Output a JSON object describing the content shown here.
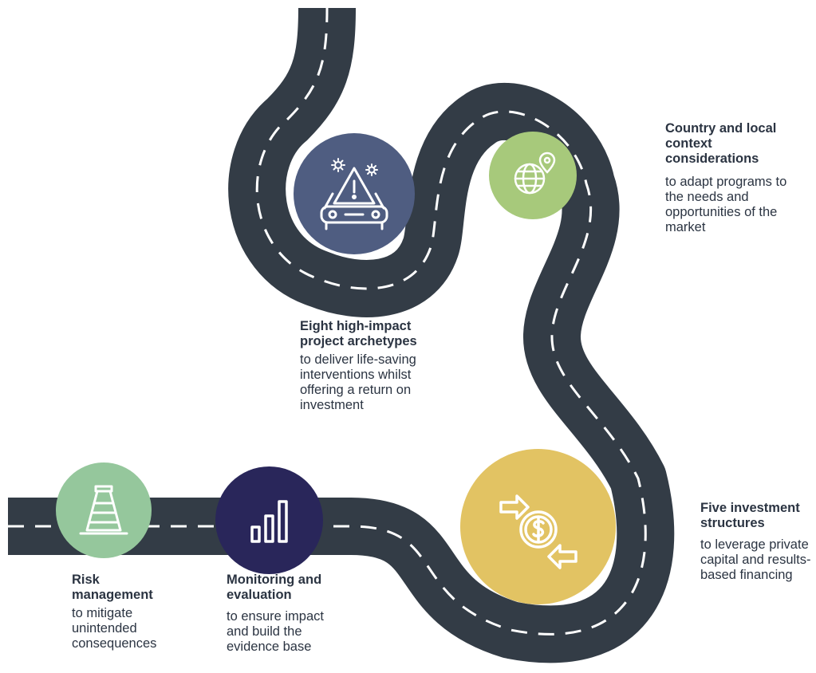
{
  "colors": {
    "road": "#333c46",
    "dash": "#ffffff",
    "archetypes": "#4f5d81",
    "country": "#a7c97b",
    "investment": "#e2c363",
    "monitoring": "#29265a",
    "risk": "#95c79c",
    "text": "#2b3442"
  },
  "items": {
    "archetypes": {
      "icon": "car-warning-icon",
      "title": "Eight high-impact project archetypes",
      "desc": "to deliver life-saving interventions whilst offering a return on investment"
    },
    "country": {
      "icon": "globe-location-pin-icon",
      "title": "Country and local context considerations",
      "desc": "to adapt programs to the needs and opportunities of the market"
    },
    "investment": {
      "icon": "dollar-exchange-icon",
      "title": "Five investment structures",
      "desc": "to leverage private capital and results-based financing"
    },
    "monitoring": {
      "icon": "bar-chart-icon",
      "title": "Monitoring and evaluation",
      "desc": "to ensure impact and build the evidence base"
    },
    "risk": {
      "icon": "traffic-cone-icon",
      "title": "Risk management",
      "desc": "to mitigate unintended consequences"
    }
  }
}
